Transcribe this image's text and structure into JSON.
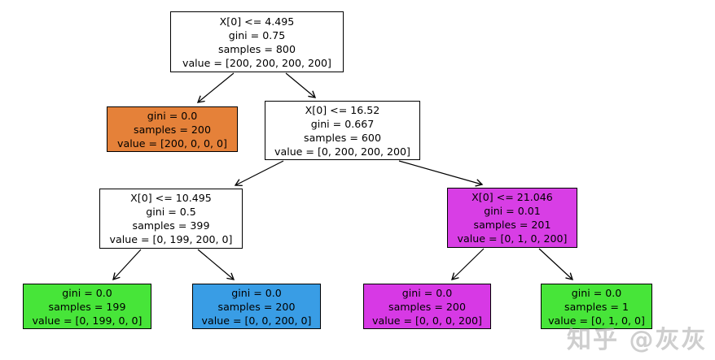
{
  "figure": {
    "kind": "decision-tree-plot",
    "watermark": "知乎 @灰灰"
  },
  "colors": {
    "white": "#ffffff",
    "orange": "#e58139",
    "green": "#47e539",
    "blue": "#399de5",
    "magenta": "#d739e5",
    "magenta_light": "#d83ee5",
    "edge": "#000000"
  },
  "tree": {
    "nodes": {
      "root": {
        "l1": "X[0] <= 4.495",
        "l2": "gini = 0.75",
        "l3": "samples = 800",
        "l4": "value = [200, 200, 200, 200]"
      },
      "l": {
        "l1": "gini = 0.0",
        "l2": "samples = 200",
        "l3": "value = [200, 0, 0, 0]"
      },
      "r": {
        "l1": "X[0] <= 16.52",
        "l2": "gini = 0.667",
        "l3": "samples = 600",
        "l4": "value = [0, 200, 200, 200]"
      },
      "rl": {
        "l1": "X[0] <= 10.495",
        "l2": "gini = 0.5",
        "l3": "samples = 399",
        "l4": "value = [0, 199, 200, 0]"
      },
      "rr": {
        "l1": "X[0] <= 21.046",
        "l2": "gini = 0.01",
        "l3": "samples = 201",
        "l4": "value = [0, 1, 0, 200]"
      },
      "rll": {
        "l1": "gini = 0.0",
        "l2": "samples = 199",
        "l3": "value = [0, 199, 0, 0]"
      },
      "rlr": {
        "l1": "gini = 0.0",
        "l2": "samples = 200",
        "l3": "value = [0, 0, 200, 0]"
      },
      "rrl": {
        "l1": "gini = 0.0",
        "l2": "samples = 200",
        "l3": "value = [0, 0, 0, 200]"
      },
      "rrr": {
        "l1": "gini = 0.0",
        "l2": "samples = 1",
        "l3": "value = [0, 1, 0, 0]"
      }
    },
    "edges": [
      {
        "from": "root",
        "to": "l"
      },
      {
        "from": "root",
        "to": "r"
      },
      {
        "from": "r",
        "to": "rl"
      },
      {
        "from": "r",
        "to": "rr"
      },
      {
        "from": "rl",
        "to": "rll"
      },
      {
        "from": "rl",
        "to": "rlr"
      },
      {
        "from": "rr",
        "to": "rrl"
      },
      {
        "from": "rr",
        "to": "rrr"
      }
    ]
  }
}
